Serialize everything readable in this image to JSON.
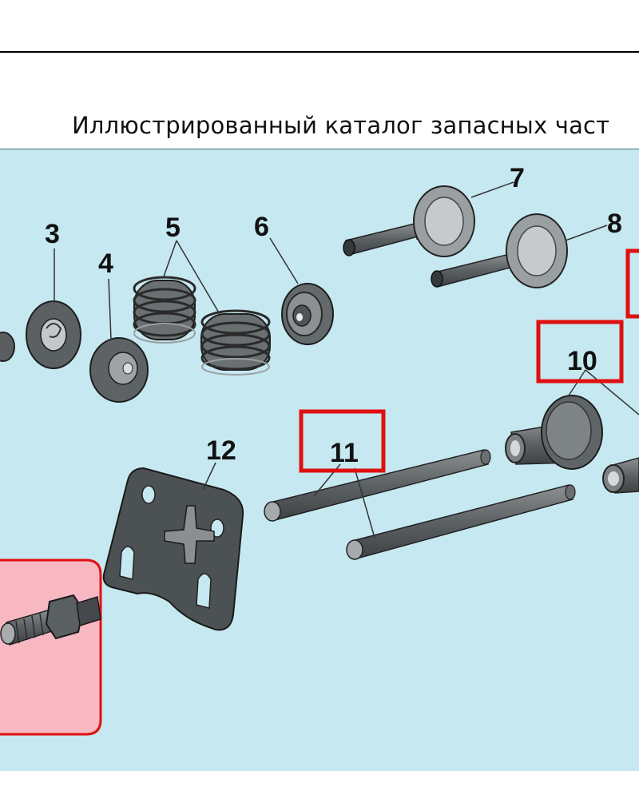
{
  "header": {
    "title": "Иллюстрированный каталог запасных част"
  },
  "diagram": {
    "callouts": {
      "c3": "3",
      "c4": "4",
      "c5": "5",
      "c6": "6",
      "c7": "7",
      "c8": "8",
      "c10": "10",
      "c11": "11",
      "c12": "12"
    },
    "highlighted_callouts": [
      "10",
      "11"
    ],
    "colors": {
      "background": "#c6e8f0",
      "highlight_box": "#e01010",
      "pink_panel": "#f7b8c2",
      "part_dark": "#555a5d",
      "part_light": "#a9adb0"
    }
  }
}
